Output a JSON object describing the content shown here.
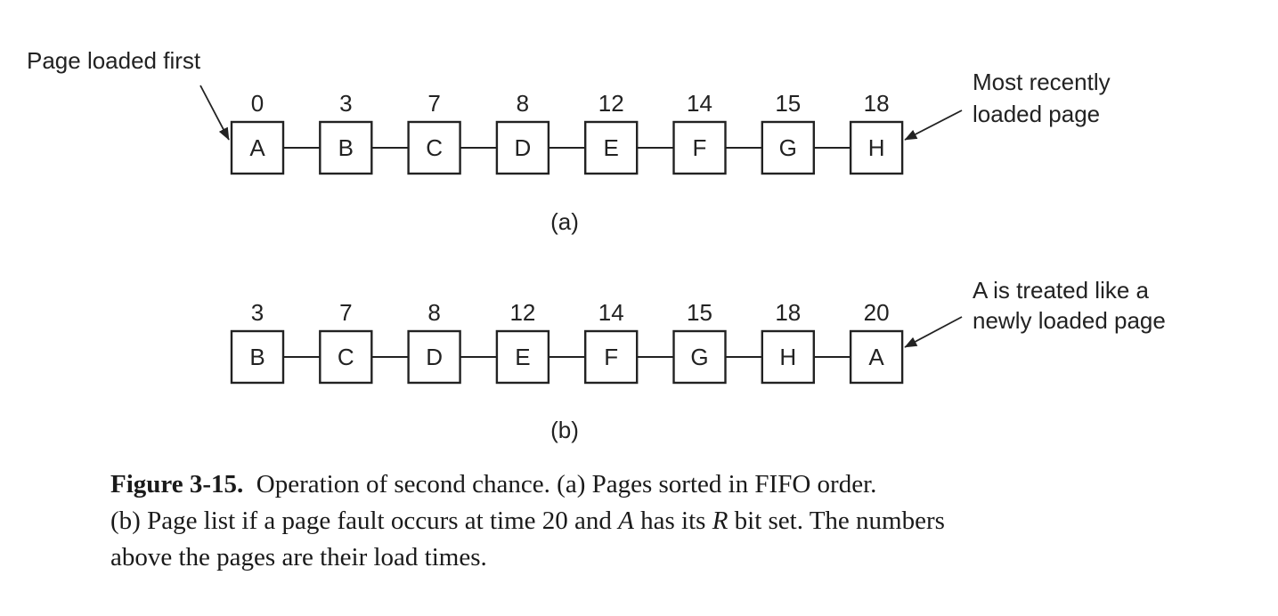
{
  "rows": [
    {
      "id": "a",
      "label": "(a)",
      "pages": [
        {
          "letter": "A",
          "time": "0"
        },
        {
          "letter": "B",
          "time": "3"
        },
        {
          "letter": "C",
          "time": "7"
        },
        {
          "letter": "D",
          "time": "8"
        },
        {
          "letter": "E",
          "time": "12"
        },
        {
          "letter": "F",
          "time": "14"
        },
        {
          "letter": "G",
          "time": "15"
        },
        {
          "letter": "H",
          "time": "18"
        }
      ]
    },
    {
      "id": "b",
      "label": "(b)",
      "pages": [
        {
          "letter": "B",
          "time": "3"
        },
        {
          "letter": "C",
          "time": "7"
        },
        {
          "letter": "D",
          "time": "8"
        },
        {
          "letter": "E",
          "time": "12"
        },
        {
          "letter": "F",
          "time": "14"
        },
        {
          "letter": "G",
          "time": "15"
        },
        {
          "letter": "H",
          "time": "18"
        },
        {
          "letter": "A",
          "time": "20"
        }
      ]
    }
  ],
  "annotations": {
    "first_loaded": "Page loaded first",
    "most_recent": [
      "Most recently",
      "loaded page"
    ],
    "treated_new": [
      "A is treated like a",
      "newly loaded page"
    ]
  },
  "caption": {
    "figure_label": "Figure 3-15.",
    "line1": "Operation of second chance.  (a) Pages sorted in FIFO order.",
    "line2_a": "(b) Page list if a page fault occurs at time 20 and ",
    "line2_var_a": "A",
    "line2_b": " has its ",
    "line2_var_r": "R",
    "line2_c": " bit set. The numbers",
    "line3": "above the pages are their load times."
  }
}
